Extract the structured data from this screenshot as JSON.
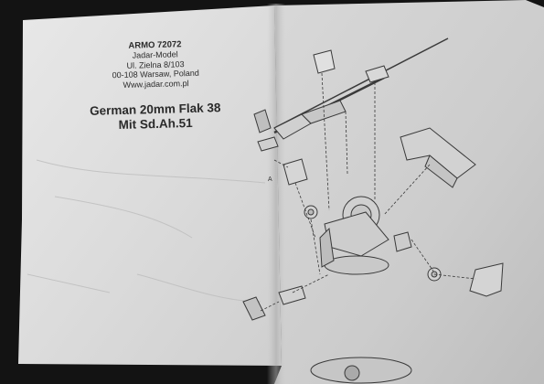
{
  "manufacturer": {
    "kit_code": "ARMO 72072",
    "company": "Jadar-Model",
    "street": "Ul. Zielna 8/103",
    "city": "00-108 Warsaw, Poland",
    "website": "Www.jadar.com.pl"
  },
  "title": {
    "line1": "German 20mm Flak 38",
    "line2": "Mit Sd.Ah.51"
  },
  "diagram": {
    "marker_label": "A"
  }
}
